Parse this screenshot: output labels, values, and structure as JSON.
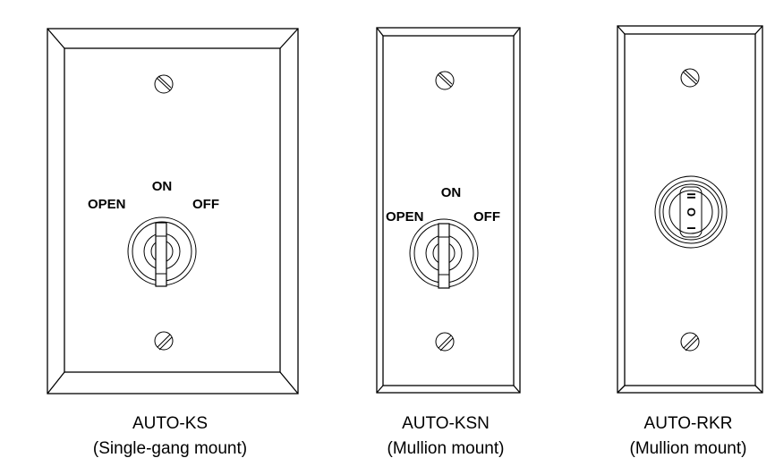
{
  "switches": [
    {
      "model": "AUTO-KS",
      "mount": "(Single-gang mount)",
      "type": "keyswitch",
      "positions": {
        "top": "ON",
        "left": "OPEN",
        "right": "OFF"
      }
    },
    {
      "model": "AUTO-KSN",
      "mount": "(Mullion mount)",
      "type": "keyswitch",
      "positions": {
        "top": "ON",
        "left": "OPEN",
        "right": "OFF"
      }
    },
    {
      "model": "AUTO-RKR",
      "mount": "(Mullion mount)",
      "type": "rocker",
      "rocker_symbols": [
        "I",
        "O",
        "II"
      ]
    }
  ]
}
